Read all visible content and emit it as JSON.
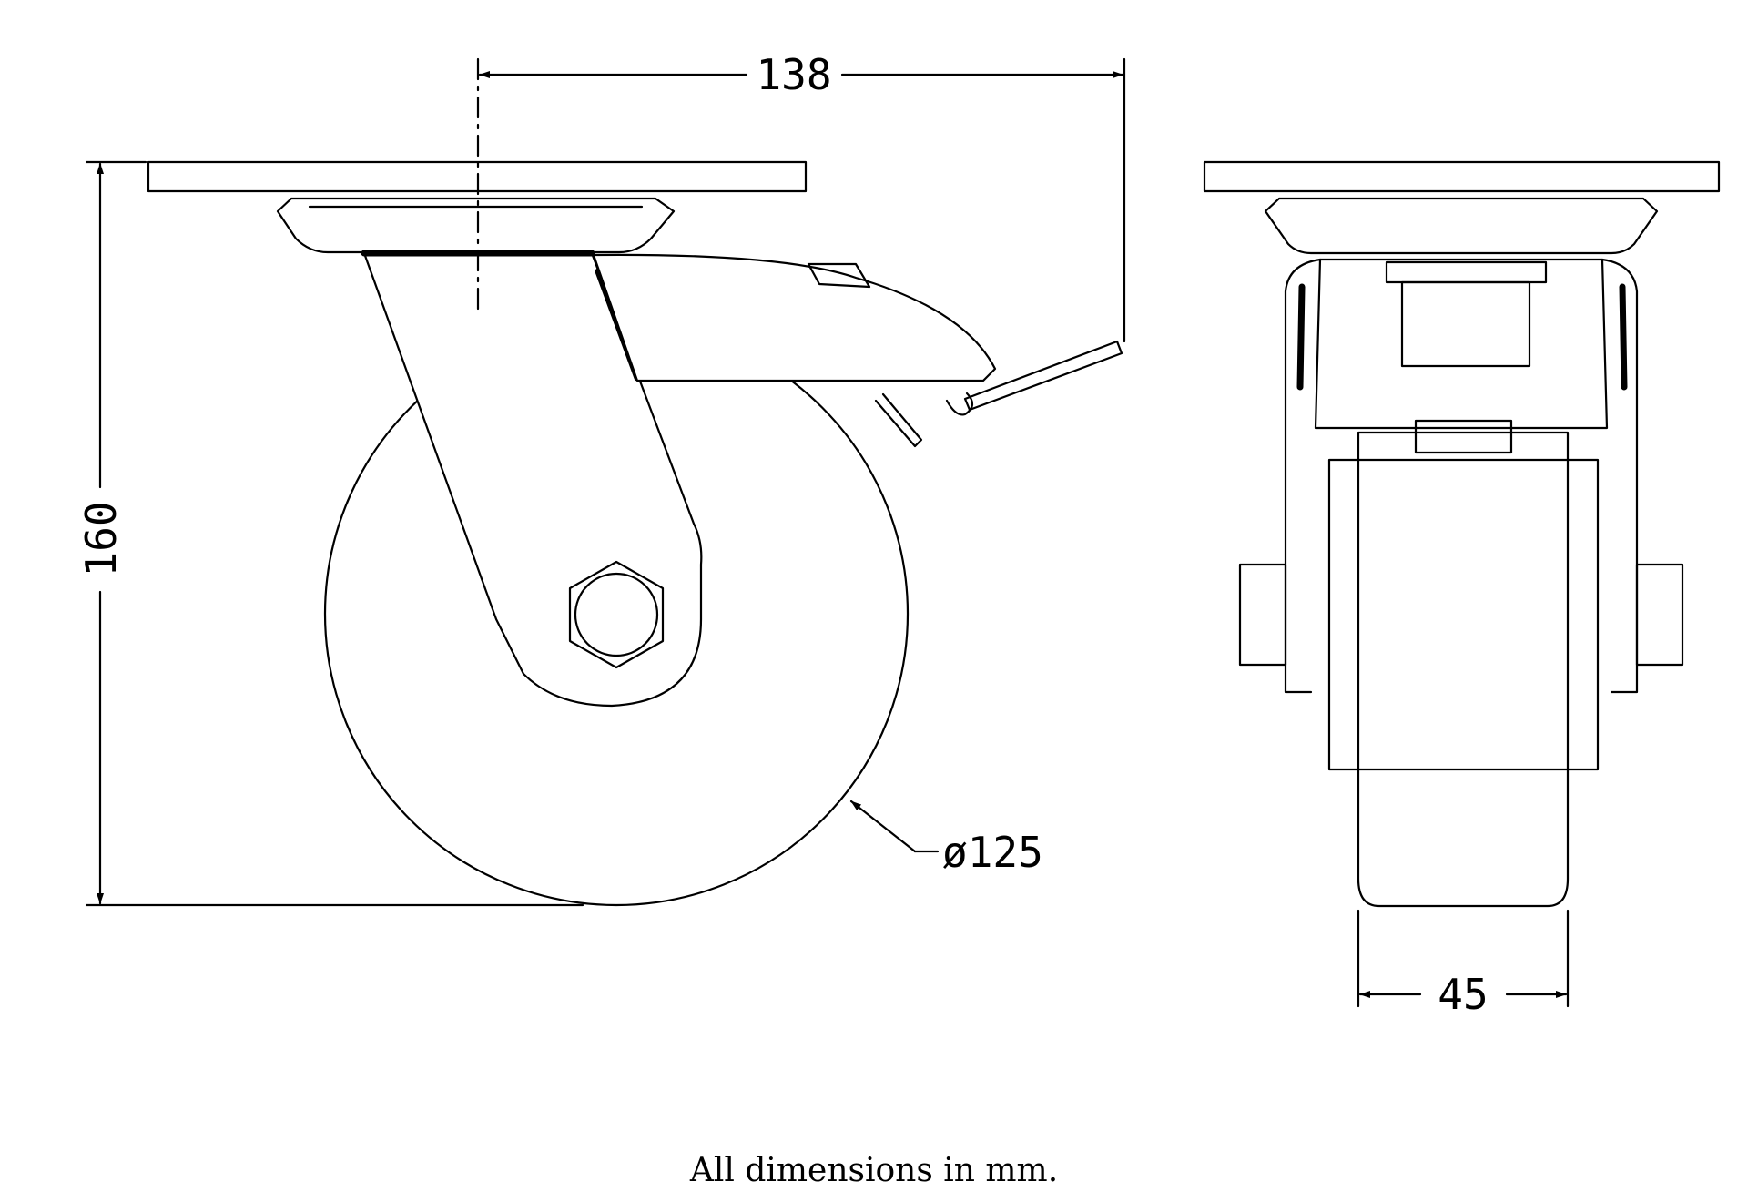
{
  "dimensions": {
    "offset": "138",
    "height": "160",
    "wheel_diameter": "ø125",
    "tread_width": "45"
  },
  "caption": "All dimensions in mm.",
  "colors": {
    "line": "#000000",
    "background": "#ffffff"
  }
}
